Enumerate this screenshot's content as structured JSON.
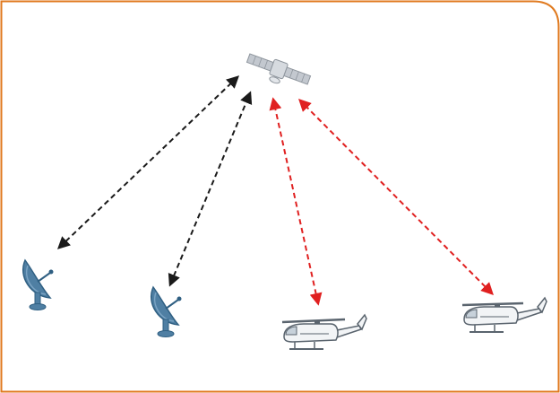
{
  "colors": {
    "frame": "#e07a1f",
    "ground_link": "#1a1a1a",
    "air_link": "#e02020",
    "dish": "#4f7fa3",
    "dish_dark": "#2f5f82",
    "satellite_body": "#d6dadf",
    "satellite_panel": "#c3c8cf",
    "helicopter_body": "#f2f4f6",
    "helicopter_outline": "#5a646e",
    "helicopter_tail_rotor": "#c0282d"
  },
  "nodes": [
    {
      "id": "satellite",
      "kind": "satellite",
      "icon": "satellite-icon"
    },
    {
      "id": "dish-1",
      "kind": "ground-station",
      "icon": "satellite-dish-icon"
    },
    {
      "id": "dish-2",
      "kind": "ground-station",
      "icon": "satellite-dish-icon"
    },
    {
      "id": "helicopter-1",
      "kind": "aircraft",
      "icon": "helicopter-icon"
    },
    {
      "id": "helicopter-2",
      "kind": "aircraft",
      "icon": "helicopter-icon"
    }
  ],
  "links": [
    {
      "from": "dish-1",
      "to": "satellite",
      "style": "dashed-bidirectional",
      "color": "#1a1a1a"
    },
    {
      "from": "dish-2",
      "to": "satellite",
      "style": "dashed-bidirectional",
      "color": "#1a1a1a"
    },
    {
      "from": "helicopter-1",
      "to": "satellite",
      "style": "dashed-bidirectional",
      "color": "#e02020"
    },
    {
      "from": "helicopter-2",
      "to": "satellite",
      "style": "dashed-bidirectional",
      "color": "#e02020"
    }
  ]
}
